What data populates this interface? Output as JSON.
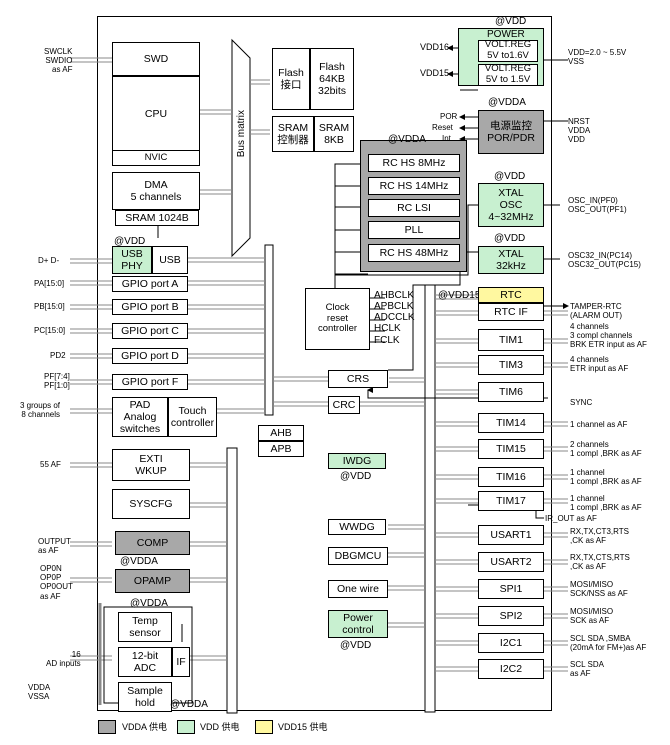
{
  "chip": {
    "swd": "SWD",
    "cpu": "CPU",
    "nvic": "NVIC",
    "dma": "DMA\n5 channels",
    "sram1024": "SRAM 1024B",
    "bus_matrix": "Bus matrix",
    "flash_if": "Flash\n接口",
    "flash_mem": "Flash\n64KB\n32bits",
    "sram_ctrl": "SRAM\n控制器",
    "sram_mem": "SRAM\n8KB",
    "rc_hs8": "RC HS 8MHz",
    "rc_hs14": "RC HS 14MHz",
    "rc_lsi": "RC LSI",
    "pll": "PLL",
    "rc_hs48": "RC HS 48MHz",
    "vdda_osc": "@VDDA",
    "vdd_top": "@VDD",
    "power_title": "POWER",
    "volt_reg1": "VOLT.REG\n5V to1.6V",
    "volt_reg2": "VOLT.REG\n5V to 1.5V",
    "vdda_por": "@VDDA",
    "por_block": "电源监控\nPOR/PDR",
    "por_sig": "POR",
    "reset_sig": "Reset",
    "int_sig": "Int",
    "vdd_xtal_osc": "@VDD",
    "xtal_osc": "XTAL\nOSC\n4~32MHz",
    "vdd_xtal32": "@VDD",
    "xtal32": "XTAL\n32kHz",
    "vdd15_rtc": "@VDD15",
    "rtc": "RTC",
    "rtc_if": "RTC IF",
    "vdd_usb": "@VDD",
    "usb_phy": "USB\nPHY",
    "usb": "USB",
    "gpio_a": "GPIO port A",
    "gpio_b": "GPIO port B",
    "gpio_c": "GPIO port C",
    "gpio_d": "GPIO port D",
    "gpio_f": "GPIO port F",
    "pad": "PAD\nAnalog\nswitches",
    "touch": "Touch\ncontroller",
    "clock_ctrl": "Clock\nreset\ncontroller",
    "clk_ahb": "AHBCLK",
    "clk_apb": "APBCLK",
    "clk_adc": "ADCCLK",
    "clk_h": "HCLK",
    "clk_f": "FCLK",
    "crs": "CRS",
    "crc": "CRC",
    "ahb": "AHB",
    "apb": "APB",
    "exti": "EXTI\nWKUP",
    "syscfg": "SYSCFG",
    "comp": "COMP",
    "vdda_comp": "@VDDA",
    "opamp": "OPAMP",
    "vdda_adc": "@VDDA",
    "temp": "Temp\nsensor",
    "adc": "12-bit\nADC",
    "if_lbl": "IF",
    "sample": "Sample\nhold",
    "vdda_adc_bot": "@VDDA",
    "iwdg": "IWDG",
    "vdd_iwdg": "@VDD",
    "wwdg": "WWDG",
    "dbgmcu": "DBGMCU",
    "onewire": "One wire",
    "pwr_ctrl": "Power\ncontrol",
    "vdd_pwr": "@VDD",
    "tim1": "TIM1",
    "tim3": "TIM3",
    "tim6": "TIM6",
    "tim14": "TIM14",
    "tim15": "TIM15",
    "tim16": "TIM16",
    "tim17": "TIM17",
    "usart1": "USART1",
    "usart2": "USART2",
    "spi1": "SPI1",
    "spi2": "SPI2",
    "i2c1": "I2C1",
    "i2c2": "I2C2"
  },
  "left_labels": {
    "swclk": "SWCLK\nSWDIO\nas AF",
    "dp_dm": "D+ D-",
    "pa": "PA[15:0]",
    "pb": "PB[15:0]",
    "pc": "PC[15:0]",
    "pd": "PD2",
    "pf": "PF[7:4]\nPF[1:0]",
    "groups": "3 groups of\n8 channels",
    "af55": "55 AF",
    "output": "OUTPUT\nas AF",
    "op": "OP0N\nOP0P\nOP0OUT\nas AF",
    "ad16": "16\nAD inputs",
    "vdda_vssa": "VDDA\nVSSA"
  },
  "right_labels": {
    "vdd16": "VDD16",
    "vdd15": "VDD15",
    "vdd_range": "VDD=2.0 ~ 5.5V\nVSS",
    "nrst": "NRST\nVDDA\nVDD",
    "osc_in_out": "OSC_IN(PF0)\nOSC_OUT(PF1)",
    "osc32": "OSC32_IN(PC14)\nOSC32_OUT(PC15)",
    "tamper": "TAMPER-RTC\n(ALARM OUT)",
    "tim1_io": "4 channels\n3 compl channels\nBRK ETR input as AF",
    "tim3_io": "4 channels\nETR input as AF",
    "sync": "SYNC",
    "tim14_io": "1 channel as AF",
    "tim15_io": "2 channels\n1 compl ,BRK as AF",
    "tim16_io": "1 channel\n1 compl ,BRK as AF",
    "tim17_io": "1 channel\n1 compl ,BRK as AF",
    "ir_out": "IR_OUT as AF",
    "usart1_io": "RX,TX,CT3,RTS\n,CK as AF",
    "usart2_io": "RX,TX,CTS,RTS\n,CK as AF",
    "spi1_io": "MOSI/MISO\nSCK/NSS as AF",
    "spi2_io": "MOSI/MISO\nSCK as AF",
    "i2c1_io": "SCL SDA ,SMBA\n(20mA for FM+)as AF",
    "i2c2_io": "SCL SDA\nas AF"
  },
  "legend": {
    "vdda": "VDDA 供电",
    "vdd": "VDD 供电",
    "vdd15": "VDD15 供电"
  },
  "colors": {
    "vdda_domain": "#a8a8a8",
    "vdd_domain": "#c8f0d0",
    "vdd15_domain": "#fff8a0"
  }
}
